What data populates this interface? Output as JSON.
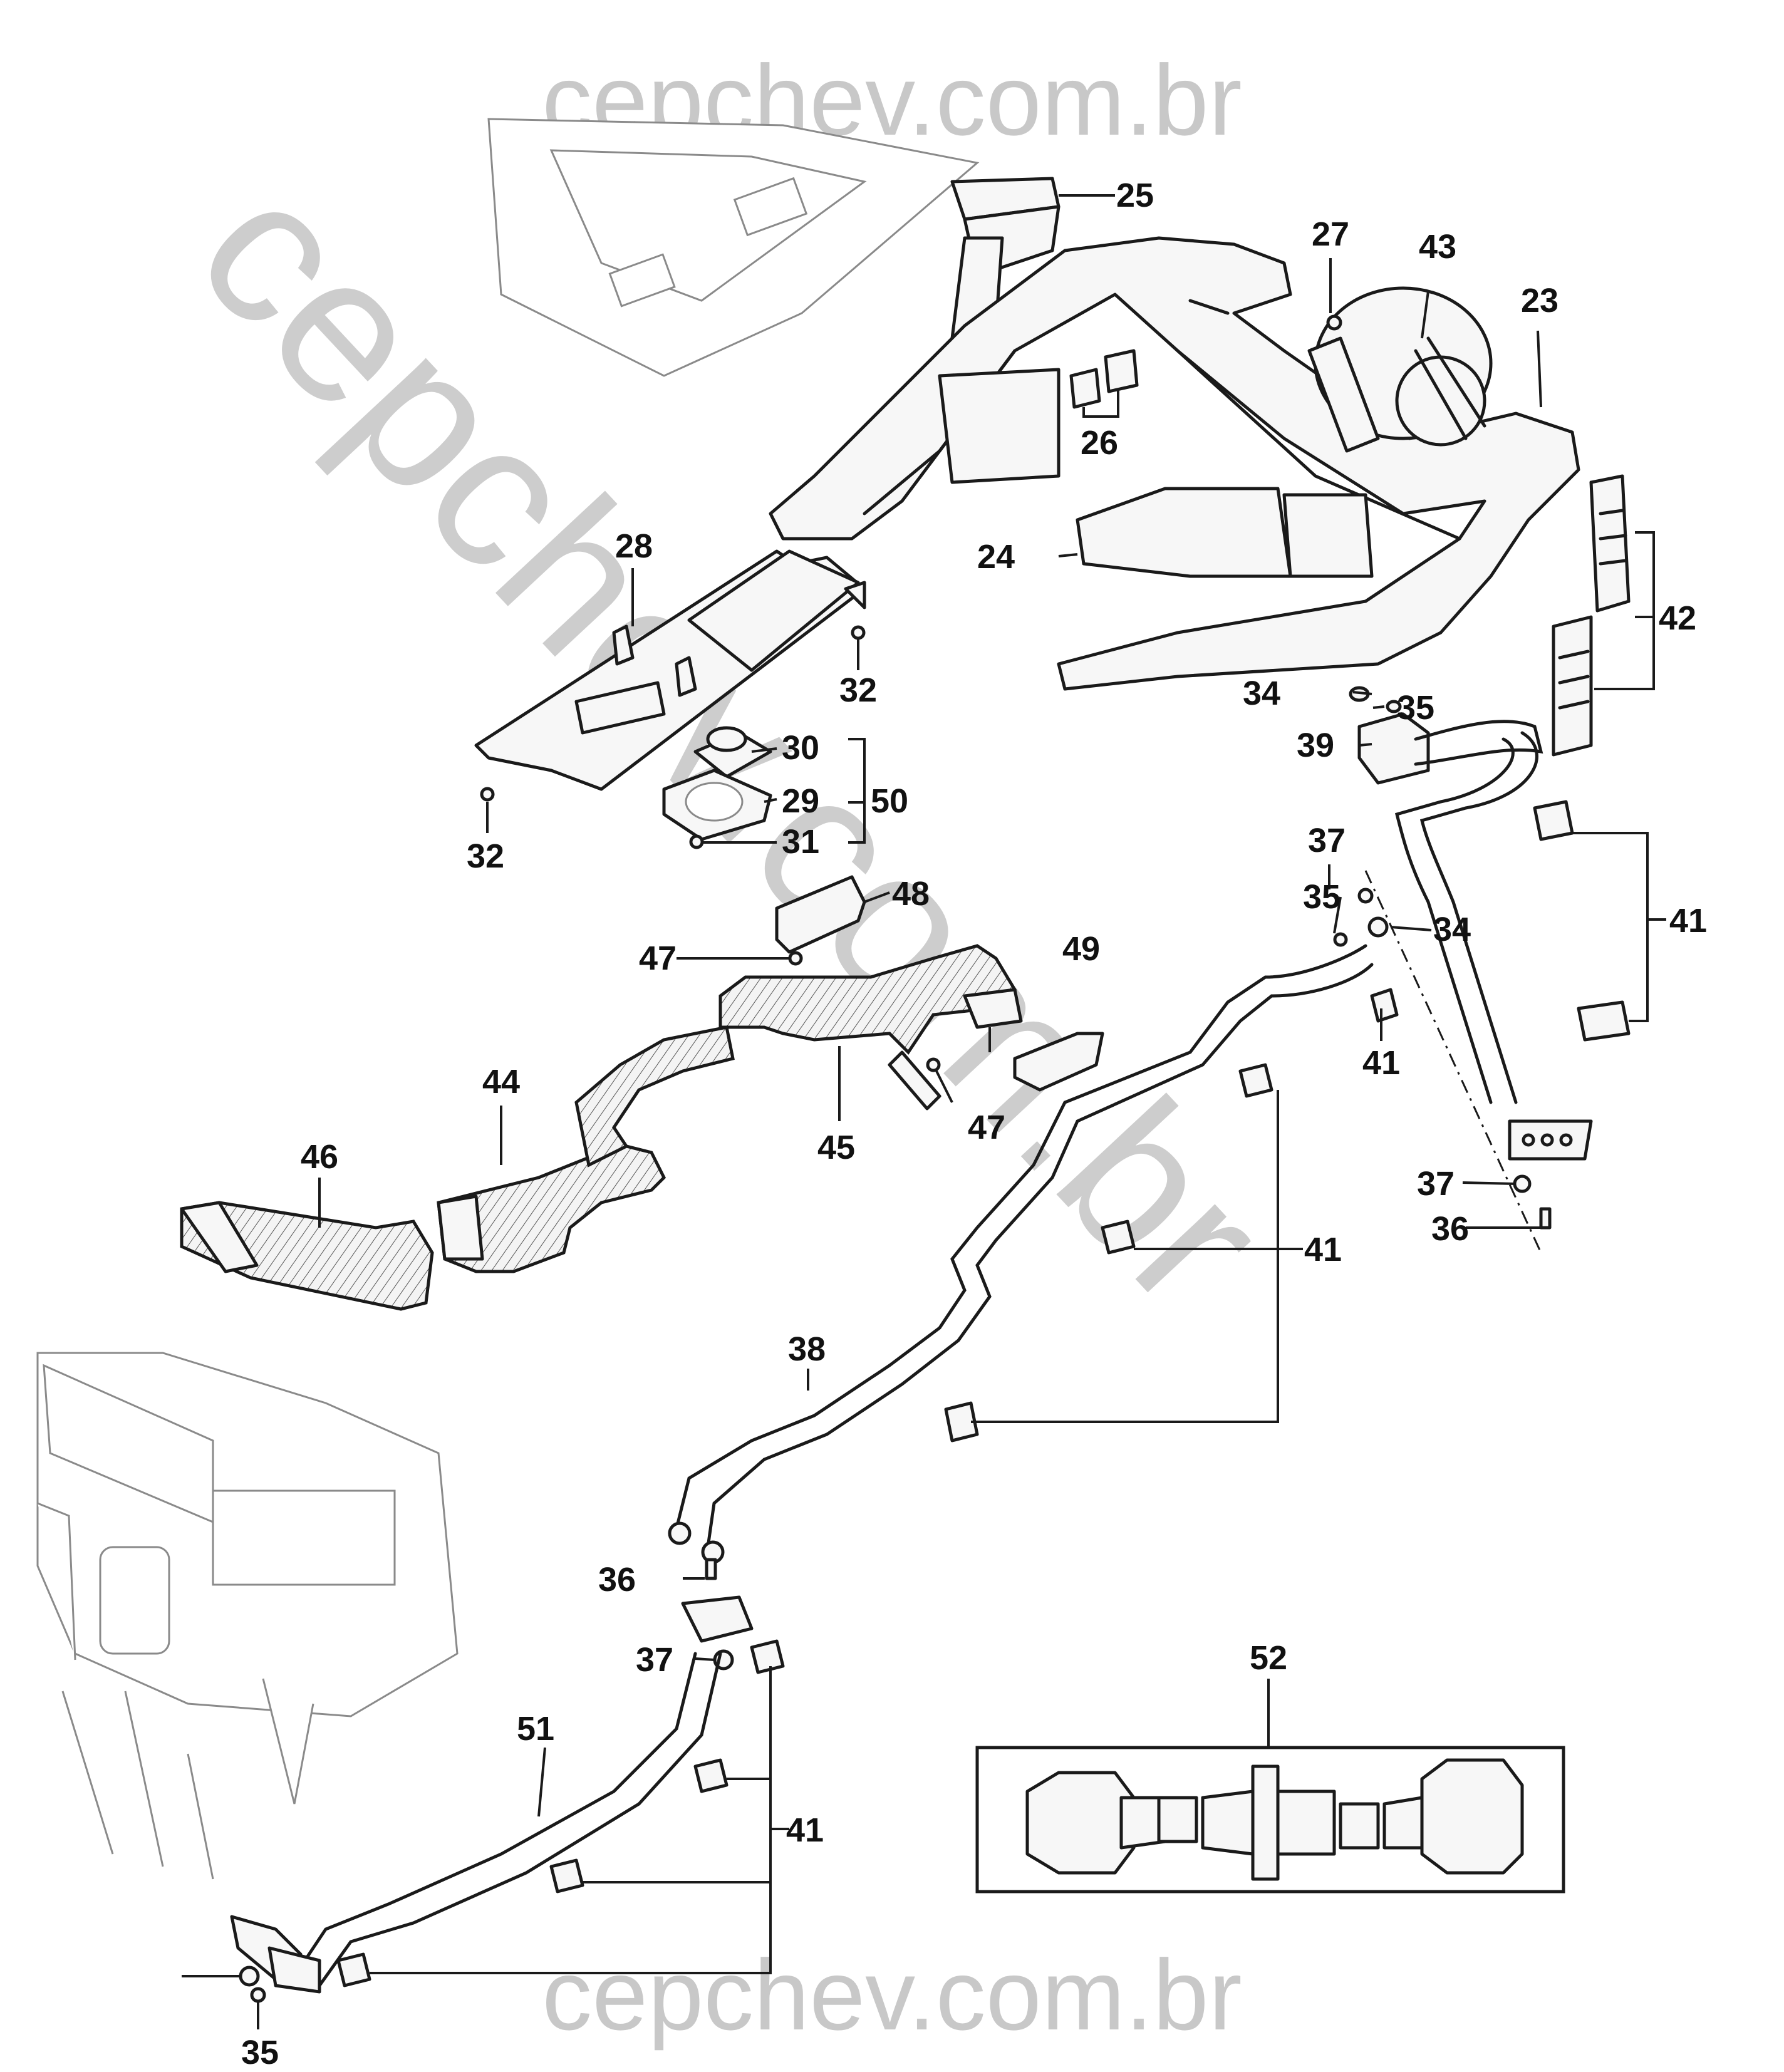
{
  "watermark": {
    "top_text": "cepchev.com.br",
    "bottom_text": "cepchev.com.br",
    "diagonal_text": "cepchev.com.br"
  },
  "callouts": {
    "c23": "23",
    "c24": "24",
    "c25": "25",
    "c26": "26",
    "c27": "27",
    "c28": "28",
    "c29": "29",
    "c30": "30",
    "c31": "31",
    "c32a": "32",
    "c32b": "32",
    "c34a": "34",
    "c34b": "34",
    "c35a": "35",
    "c35b": "35",
    "c35c": "35",
    "c36a": "36",
    "c36b": "36",
    "c37a": "37",
    "c37b": "37",
    "c37c": "37",
    "c38": "38",
    "c39": "39",
    "c41a": "41",
    "c41b": "41",
    "c41c": "41",
    "c41d": "41",
    "c42": "42",
    "c43": "43",
    "c44": "44",
    "c45": "45",
    "c46": "46",
    "c47a": "47",
    "c47b": "47",
    "c48": "48",
    "c49": "49",
    "c50": "50",
    "c51": "51",
    "c52": "52"
  }
}
